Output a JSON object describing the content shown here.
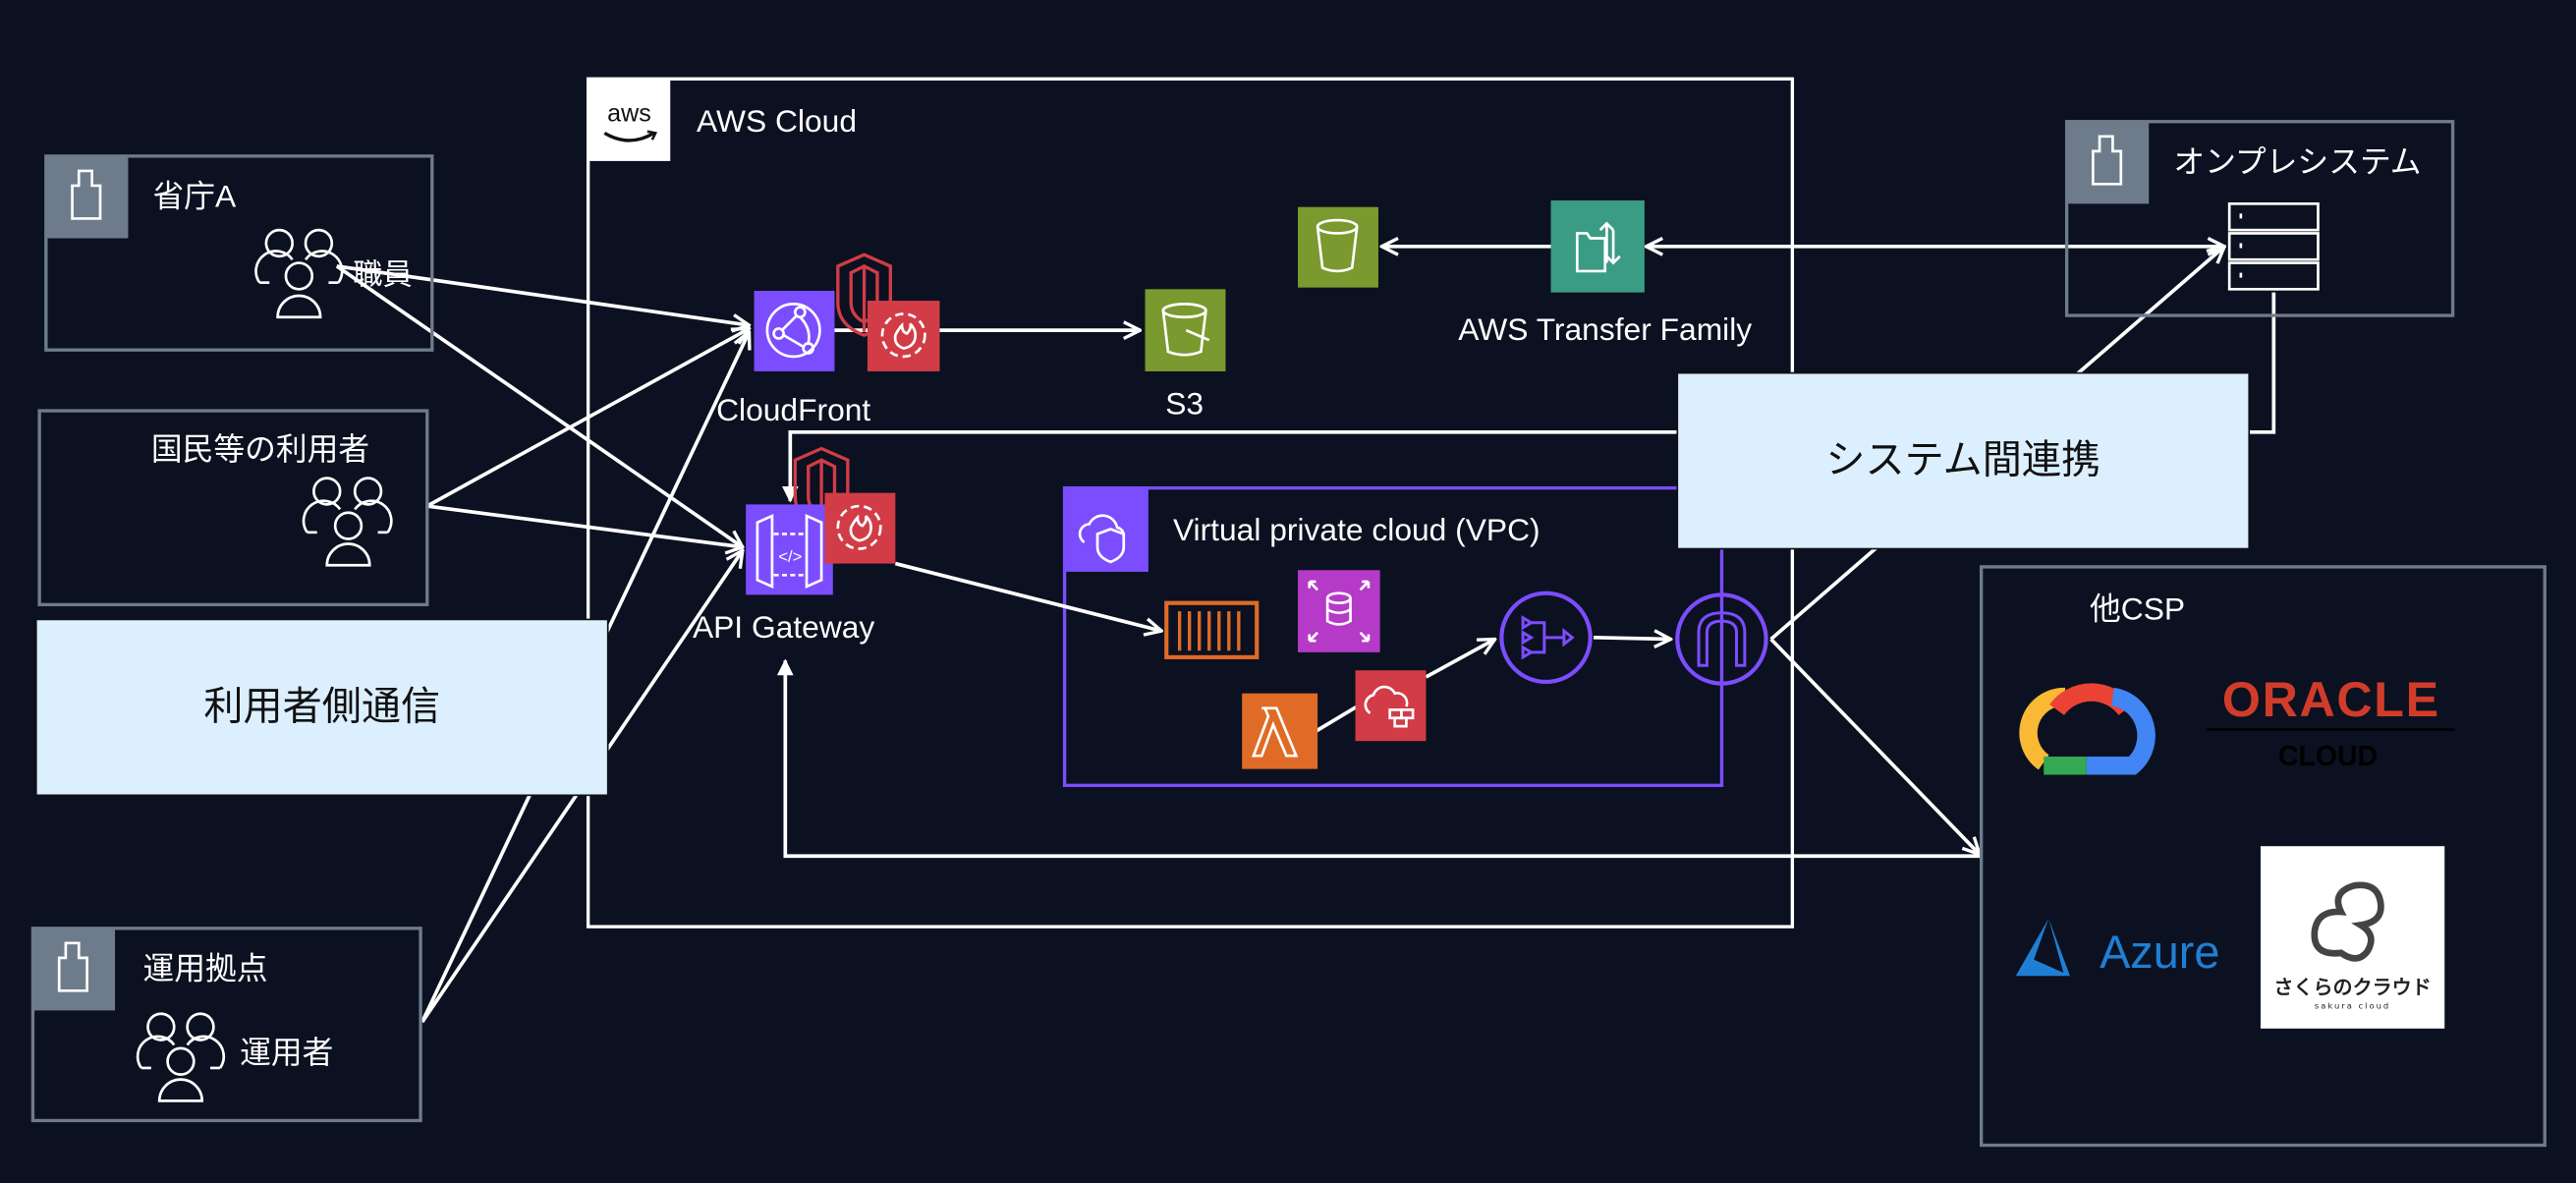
{
  "diagram": {
    "aws_cloud": {
      "label": "AWS Cloud",
      "logo_text": "aws"
    },
    "vpc": {
      "label": "Virtual private cloud (VPC)"
    },
    "services": {
      "cloudfront": "CloudFront",
      "s3": "S3",
      "api_gateway": "API Gateway",
      "transfer_family": "AWS Transfer Family"
    },
    "groups": {
      "ministry": {
        "label": "省庁A",
        "users_label": "職員"
      },
      "citizens": {
        "label": "国民等の利用者"
      },
      "ops_site": {
        "label": "運用拠点",
        "users_label": "運用者"
      },
      "onprem": {
        "label": "オンプレシステム"
      },
      "other_csp": {
        "label": "他CSP"
      }
    },
    "callouts": {
      "user_side": "利用者側通信",
      "inter_system": "システム間連携"
    },
    "csp_logos": {
      "oracle": "ORACLE",
      "oracle_sub": "CLOUD",
      "azure": "Azure",
      "sakura": "さくらのクラウド",
      "sakura_sub": "sakura cloud"
    },
    "colors": {
      "background": "#0b1120",
      "networking_purple": "#7b4dff",
      "security_red": "#d13c47",
      "storage_green": "#7a9a2f",
      "migration_teal": "#3a9c84",
      "compute_orange": "#e06b26",
      "database_magenta": "#b53ac7",
      "callout_fill": "#dcefff",
      "group_border": "#6e7b8b"
    }
  }
}
